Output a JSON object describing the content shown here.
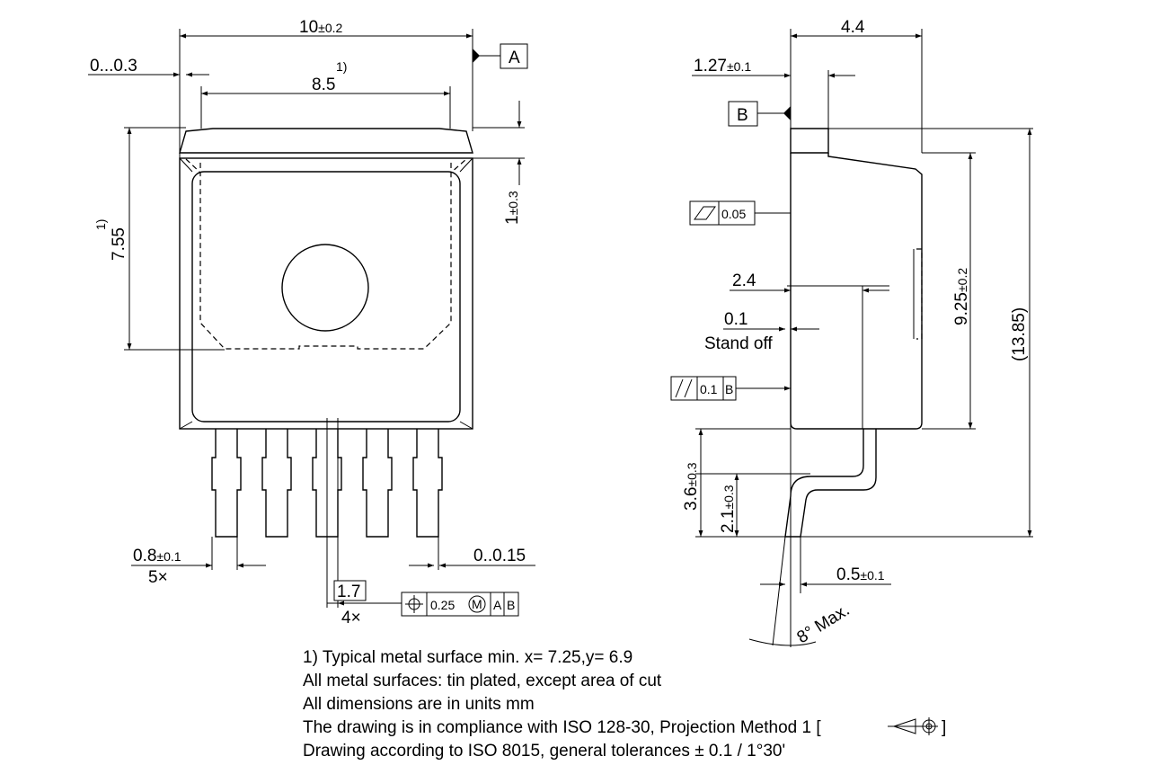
{
  "dimensions": {
    "width_total": {
      "value": "10",
      "tol": "±0.2"
    },
    "width_inner": {
      "value": "8.5",
      "note": "1)"
    },
    "offset_left": {
      "value": "0...0.3"
    },
    "height_pad": {
      "value": "7.55",
      "note": "1)"
    },
    "tab_height": {
      "value": "1",
      "tol": "±0.3"
    },
    "lead_width": {
      "value": "0.8",
      "tol": "±0.1",
      "count": "5×"
    },
    "lead_offset": {
      "value": "0..0.15"
    },
    "pitch": {
      "value": "1.7",
      "count": "4×"
    },
    "depth": {
      "value": "4.4"
    },
    "tab_thickness": {
      "value": "1.27",
      "tol": "±0.1"
    },
    "standoff_x": {
      "value": "2.4"
    },
    "standoff": {
      "value": "0.1",
      "label": "Stand off"
    },
    "body_height": {
      "value": "9.25",
      "tol": "±0.2"
    },
    "total_height": {
      "value": "(13.85)"
    },
    "lead_length": {
      "value": "3.6",
      "tol": "±0.3"
    },
    "lead_bend": {
      "value": "2.1",
      "tol": "±0.3"
    },
    "lead_thickness": {
      "value": "0.5",
      "tol": "±0.1"
    },
    "angle": {
      "value": "8° Max."
    }
  },
  "datums": {
    "a": "A",
    "b": "B"
  },
  "tolerance_frames": {
    "flatness": {
      "value": "0.05"
    },
    "parallelism": {
      "value": "0.1",
      "ref": "B"
    },
    "position": {
      "value": "0.25",
      "modifier": "M",
      "ref1": "A",
      "ref2": "B"
    }
  },
  "notes": [
    "1) Typical metal surface min. x= 7.25,y= 6.9",
    "All metal surfaces: tin plated, except area of cut",
    "All dimensions are in units mm",
    "The drawing is in compliance with ISO 128-30, Projection Method 1 [",
    "]",
    "Drawing according to ISO 8015, general tolerances ± 0.1 / 1°30'"
  ]
}
